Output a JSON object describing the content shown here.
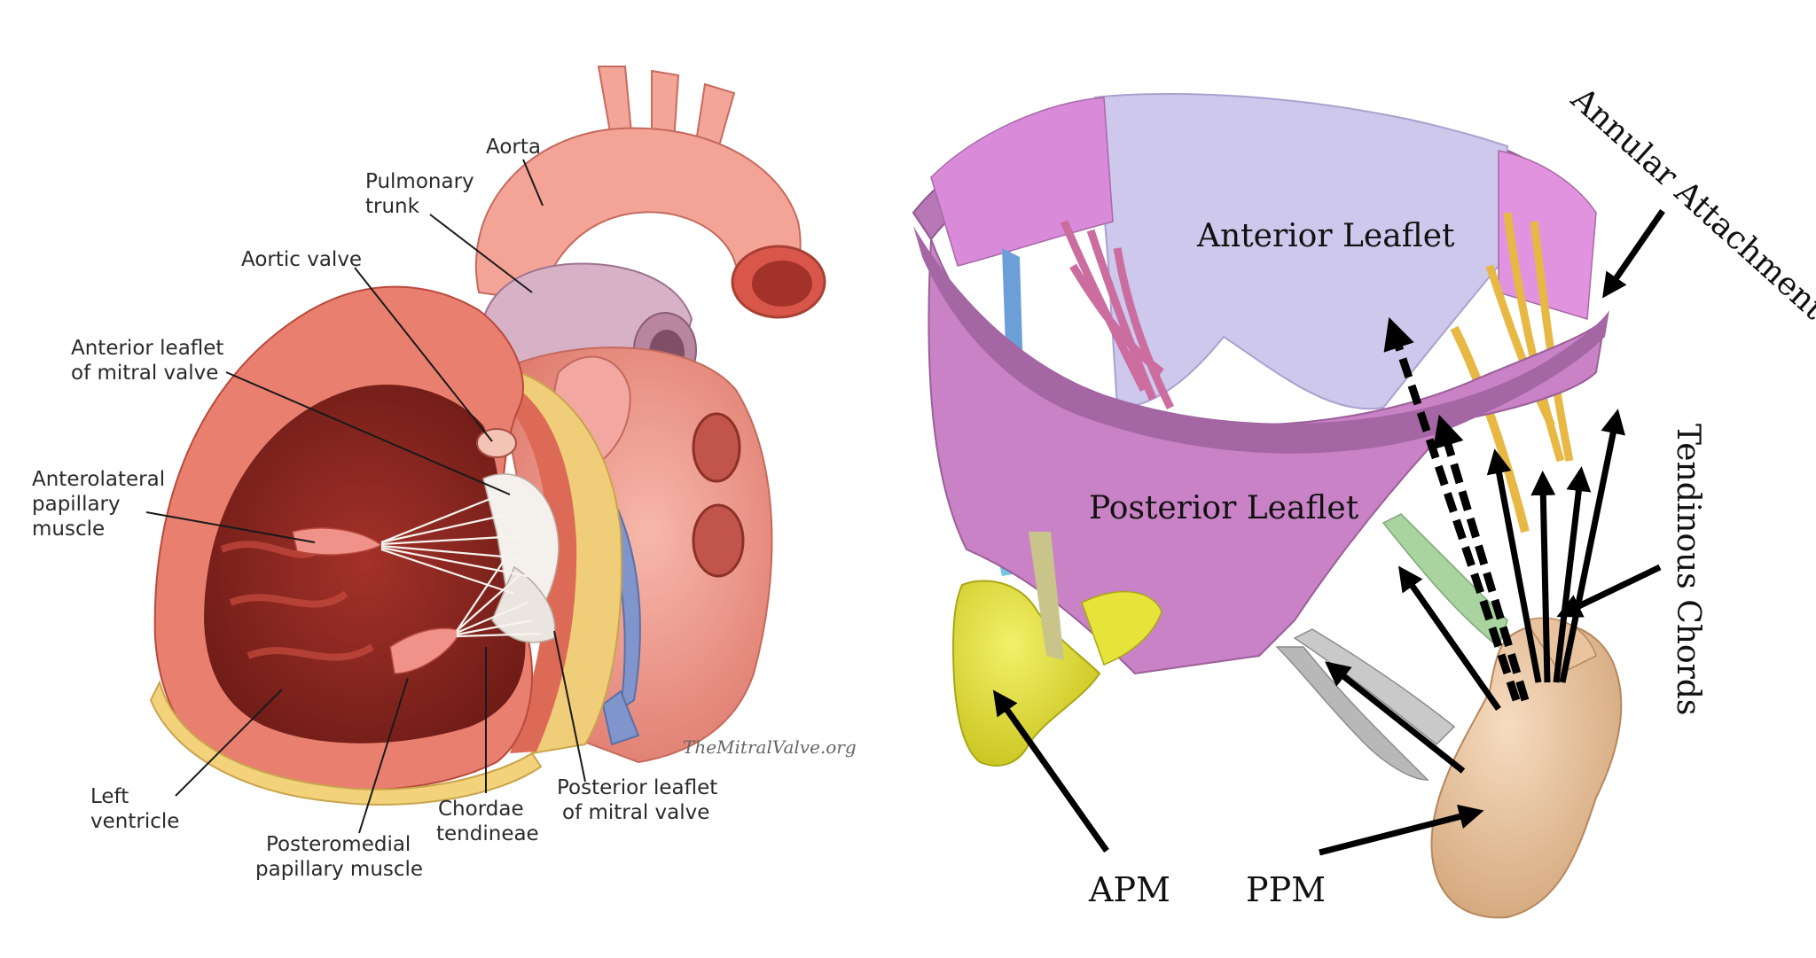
{
  "left_panel": {
    "labels": {
      "aorta": "Aorta",
      "pulmonary_trunk": [
        "Pulmonary",
        "trunk"
      ],
      "aortic_valve": "Aortic valve",
      "anterior_leaflet_mitral": [
        "Anterior leaflet",
        "of mitral valve"
      ],
      "anterolateral_papillary": [
        "Anterolateral",
        "papillary",
        "muscle"
      ],
      "left_ventricle": [
        "Left",
        "ventricle"
      ],
      "posteromedial_papillary": [
        "Posteromedial",
        "papillary muscle"
      ],
      "chordae_tendineae": [
        "Chordae",
        "tendineae"
      ],
      "posterior_leaflet_mitral": [
        "Posterior leaflet",
        "of mitral valve"
      ]
    },
    "credit": "TheMitralValve.org"
  },
  "right_panel": {
    "labels": {
      "anterior_leaflet": "Anterior Leaflet",
      "posterior_leaflet": "Posterior Leaflet",
      "annular_attachment": "Annular Attachment",
      "tendinous_chords": "Tendinous Chords",
      "apm": "APM",
      "ppm": "PPM"
    }
  },
  "colors": {
    "muscle_red": "#d9574a",
    "muscle_light": "#ef8f80",
    "vessel_pink": "#f0a59a",
    "pulmonary_mauve": "#c9a3b8",
    "fat_yellow": "#f2d27a",
    "anterior_leaflet_lavender": "#cdc8ec",
    "posterior_leaflet_magenta": "#c982c6",
    "apm_yellow": "#e6e33a",
    "ppm_tan": "#e8c39d",
    "chord_blue": "#6c9fd8",
    "chord_gold": "#e8b845",
    "chord_green": "#a9d4a0",
    "chord_gray": "#b8b8b8"
  }
}
